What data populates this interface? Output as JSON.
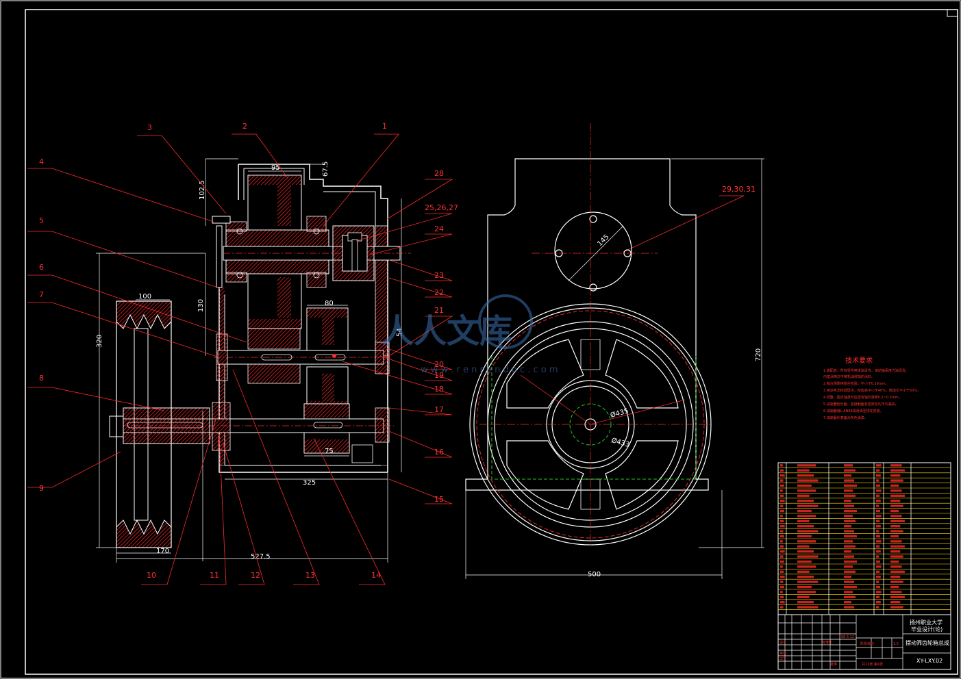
{
  "callouts": [
    "3",
    "2",
    "1",
    "28",
    "25,26,27",
    "4",
    "24",
    "5",
    "23",
    "22",
    "6",
    "21",
    "7",
    "20",
    "19",
    "18",
    "8",
    "17",
    "16",
    "9",
    "15",
    "10",
    "11",
    "12",
    "13",
    "14",
    "29,30,31"
  ],
  "dims": {
    "d_95": "95",
    "d_67_5": "67.5",
    "d_102_5": "102.5",
    "d_130": "130",
    "d_80": "80",
    "d_100": "100",
    "d_320": "320",
    "d_170": "170",
    "d_527_5": "527.5",
    "d_325": "325",
    "d_75": "75",
    "d_54": "54",
    "d_145": "145",
    "d_720": "720",
    "d_500": "500",
    "d_435": "Ø435",
    "d_433": "Ø433"
  },
  "watermark": {
    "text": "人人文库",
    "url": "w w w . r e n r e n d o c . c o m"
  },
  "tech_req": {
    "title": "技术要求",
    "lines": [
      "1.装配前，所有零件用煤油清洗，滚动轴承用汽油清洗，",
      "   内壁涂两次不被机油侵蚀的涂料。",
      "2.啮合侧隙用铅丝检验，不小于0.16mm。",
      "3.用涂色法检验斑点，按齿高不小于40%，按齿长不小于50%。",
      "4.调整、固定轴承时应留有轴向游隙0.2~0.3mm。",
      "5.减速器剖分面、各接触面及密封处均不许漏油。",
      "6.减速器装L-AN68润滑油至规定高度。",
      "7.减速器外表面涂灰色油漆。"
    ]
  },
  "title_block": {
    "school": "扬州职业大学",
    "course": "毕业设计(论)",
    "drawing_title": "摆动筛齿轮箱总成",
    "drawing_no": "XY-LXY.02",
    "scale": "1:5",
    "sheets": "共12张  第1张",
    "mass": "质量",
    "ratio": "比例",
    "date": "08.5.12",
    "design": "设计",
    "check": "审核",
    "process": "工艺",
    "approve": "批准",
    "std": "标准化",
    "stage": "阶段标记"
  },
  "colors": {
    "frame": "#ffffff",
    "red": "#ff2a2a",
    "green": "#1fcc1f",
    "yellow": "#ffe000"
  }
}
